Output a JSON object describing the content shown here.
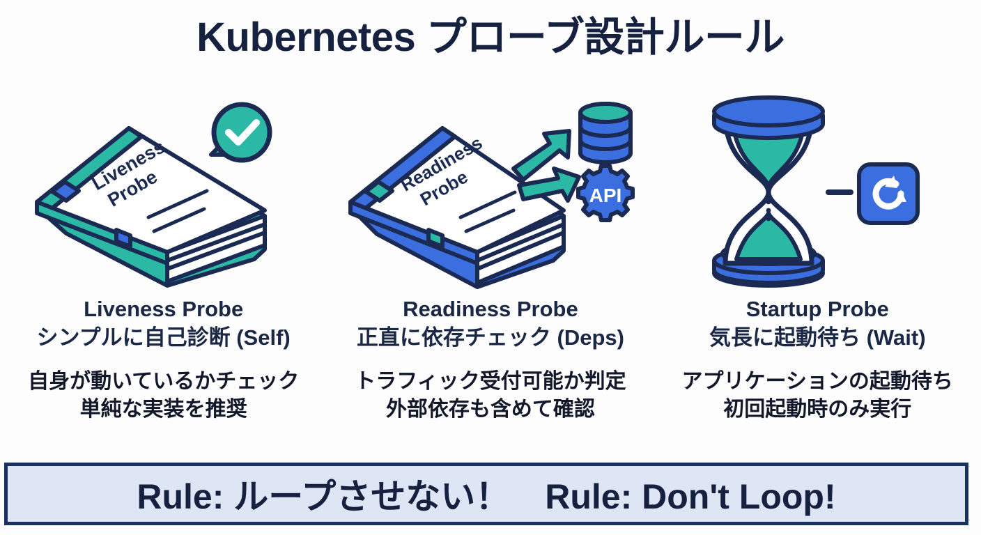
{
  "title": "Kubernetes プローブ設計ルール",
  "colors": {
    "navy": "#16213f",
    "teal": "#2bb9a5",
    "blue": "#3b6fe0",
    "banner_bg": "#dee5f5",
    "background": "#fdfdfd"
  },
  "columns": [
    {
      "id": "liveness",
      "art": {
        "icon": "teal-book-with-check-bubble",
        "book_label_line1": "Liveness",
        "book_label_line2": "Probe",
        "badge_icon": "check-bubble-icon"
      },
      "heading_line1": "Liveness Probe",
      "heading_line2": "シンプルに自己診断 (Self)",
      "desc_line1": "自身が動いているかチェック",
      "desc_line2": "単純な実装を推奨"
    },
    {
      "id": "readiness",
      "art": {
        "icon": "blue-book-with-arrows-to-database-and-api",
        "book_label_line1": "Readiness",
        "book_label_line2": "Probe",
        "target1_icon": "database-icon",
        "target2_icon": "api-gear-icon",
        "target2_label": "API"
      },
      "heading_line1": "Readiness Probe",
      "heading_line2": "正直に依存チェック (Deps)",
      "desc_line1": "トラフィック受付可能か判定",
      "desc_line2": "外部依存も含めて確認"
    },
    {
      "id": "startup",
      "art": {
        "icon": "hourglass-with-restart-icon",
        "hourglass_icon": "hourglass-icon",
        "restart_icon": "restart-arrow-icon"
      },
      "heading_line1": "Startup Probe",
      "heading_line2": "気長に起動待ち (Wait)",
      "desc_line1": "アプリケーションの起動待ち",
      "desc_line2": "初回起動時のみ実行"
    }
  ],
  "banner": {
    "text": "Rule: ループさせない！　Rule: Don't Loop!"
  }
}
